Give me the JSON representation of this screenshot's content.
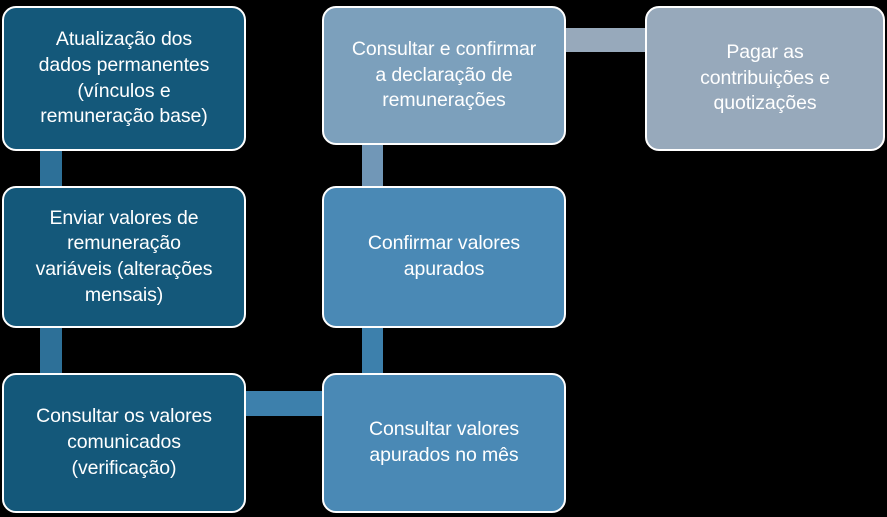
{
  "diagram": {
    "type": "flowchart",
    "background_color": "#000000",
    "title_text": "",
    "palette": {
      "dark_blue": "#14587A",
      "mid_blue": "#4A89B5",
      "medium_blue": "#7CA0BC",
      "light_slate": "#97A9BB",
      "node_border": "#FFFFFF",
      "node_text": "#FFFFFF"
    },
    "nodes": [
      {
        "id": "atualizacao-dados-permanentes",
        "label": "Atualização dos\ndados permanentes\n(vínculos e\nremuneração base)",
        "color": "#14587A",
        "column": 1,
        "row": 1
      },
      {
        "id": "consultar-confirmar-declaracao",
        "label": "Consultar e confirmar\na declaração de\nremunerações",
        "color": "#7CA0BC",
        "column": 2,
        "row": 1
      },
      {
        "id": "pagar-contribuicoes-quotizacoes",
        "label": "Pagar as\ncontribuições e\nquotizações",
        "color": "#97A9BB",
        "column": 3,
        "row": 1
      },
      {
        "id": "enviar-valores-remuneracao-variaveis",
        "label": "Enviar valores de\nremuneração\nvariáveis (alterações\nmensais)",
        "color": "#14587A",
        "column": 1,
        "row": 2
      },
      {
        "id": "confirmar-valores-apurados",
        "label": "Confirmar valores\napurados",
        "color": "#4A89B5",
        "column": 2,
        "row": 2
      },
      {
        "id": "consultar-valores-comunicados",
        "label": "Consultar os valores\ncomunicados\n(verificação)",
        "color": "#14587A",
        "column": 1,
        "row": 3
      },
      {
        "id": "consultar-valores-apurados-mes",
        "label": "Consultar valores\napurados no mês",
        "color": "#4A89B5",
        "column": 2,
        "row": 3
      }
    ],
    "connectors": [
      {
        "id": "conn-col1-row1-row2",
        "from": "atualizacao-dados-permanentes",
        "to": "enviar-valores-remuneracao-variaveis",
        "orientation": "vertical",
        "color": "#2D7098"
      },
      {
        "id": "conn-col1-row2-row3",
        "from": "enviar-valores-remuneracao-variaveis",
        "to": "consultar-valores-comunicados",
        "orientation": "vertical",
        "color": "#2D7098"
      },
      {
        "id": "conn-col2-row1-row2",
        "from": "consultar-confirmar-declaracao",
        "to": "confirmar-valores-apurados",
        "orientation": "vertical",
        "color": "#7197B7"
      },
      {
        "id": "conn-col2-row2-row3",
        "from": "confirmar-valores-apurados",
        "to": "consultar-valores-apurados-mes",
        "orientation": "vertical",
        "color": "#3D80AC"
      },
      {
        "id": "conn-row1-col2-col3",
        "from": "consultar-confirmar-declaracao",
        "to": "pagar-contribuicoes-quotizacoes",
        "orientation": "horizontal",
        "color": "#97A9BB"
      },
      {
        "id": "conn-row3-col1-col2",
        "from": "consultar-valores-comunicados",
        "to": "consultar-valores-apurados-mes",
        "orientation": "horizontal",
        "color": "#3D80AC"
      }
    ]
  }
}
